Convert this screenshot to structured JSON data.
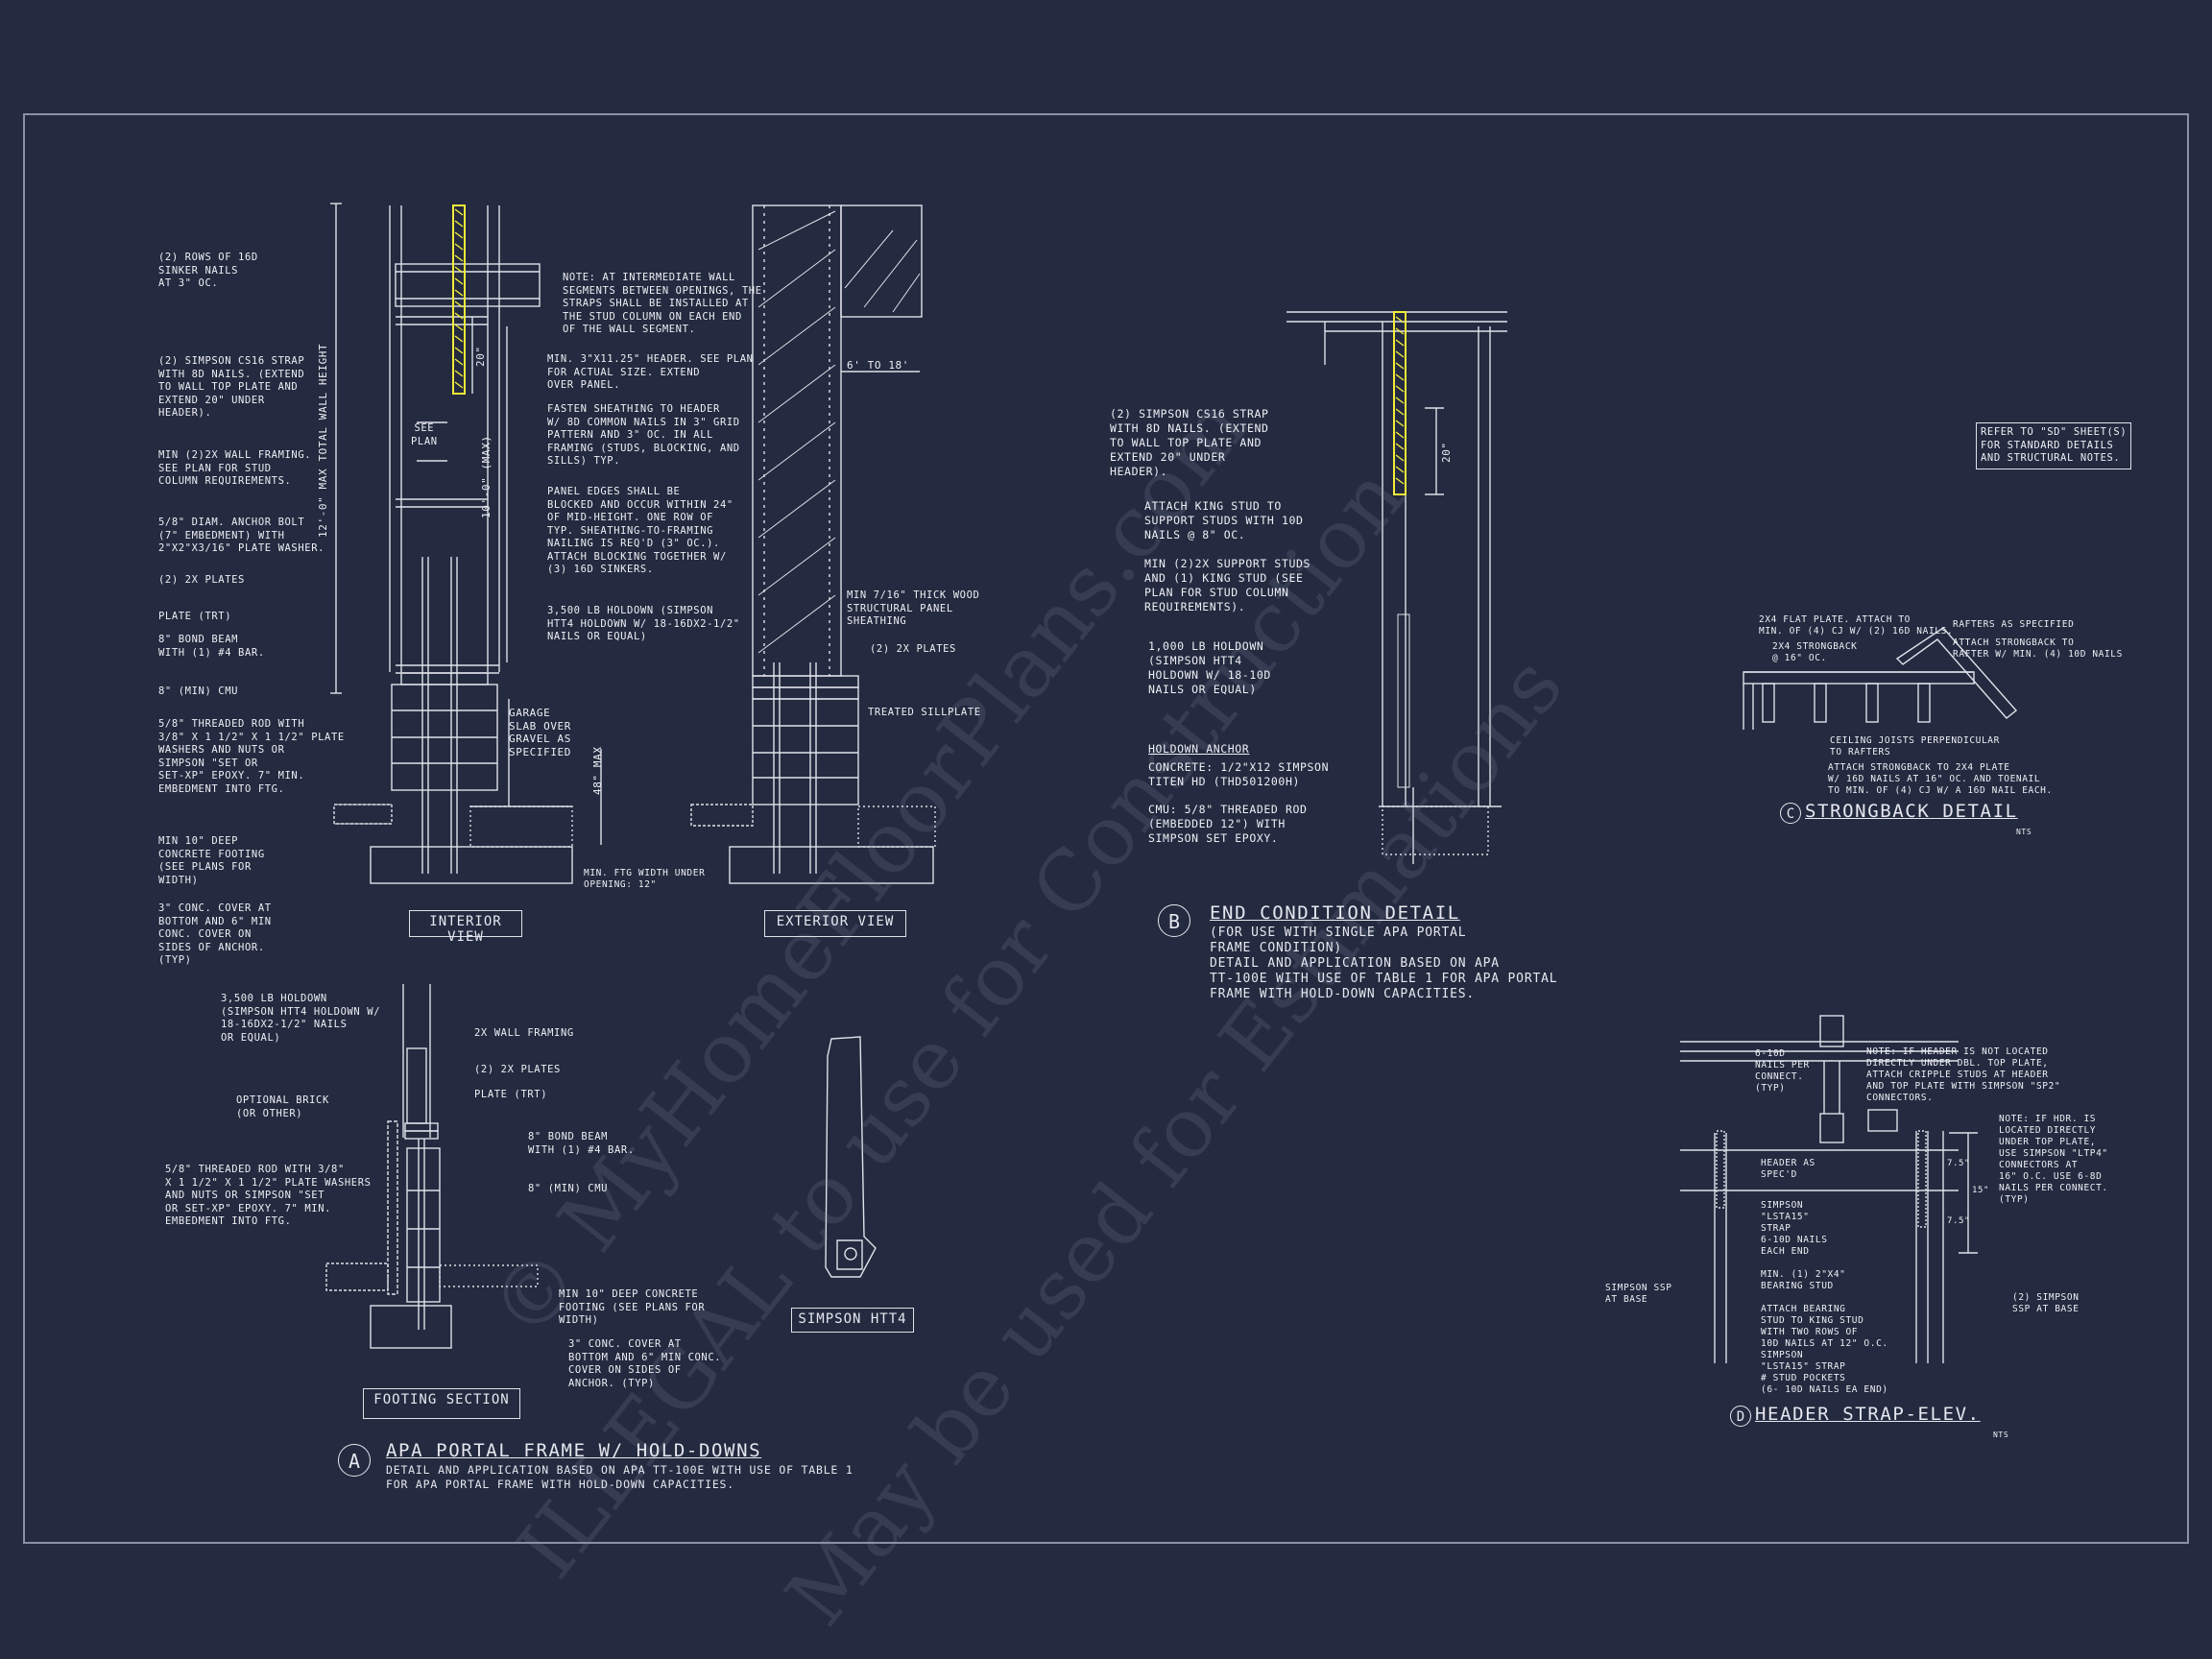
{
  "watermarks": [
    "© MyHomeFloorPlans.com",
    "ILLEGAL to use for Construction",
    "May be used for Estimations"
  ],
  "interior": {
    "notes": [
      "(2) ROWS OF 16d\nSINKER NAILS\nAT 3\" OC.",
      "(2) SIMPSON CS16 STRAP\nWITH 8d NAILS. (EXTEND\nTO WALL TOP PLATE AND\nEXTEND 20\" UNDER\nHEADER).",
      "MIN (2)2X WALL FRAMING.\nSEE PLAN FOR STUD\nCOLUMN REQUIREMENTS.",
      "5/8\" DIAM. ANCHOR BOLT\n(7\" EMBEDMENT) WITH\n2\"x2\"x3/16\" PLATE WASHER.",
      "(2) 2x PLATES",
      "PLATE (TRT)",
      "8\" BOND BEAM\nWITH (1) #4 BAR.",
      "8\" (MIN) CMU",
      "5/8\" THREADED ROD WITH\n3/8\" x 1 1/2\" x 1 1/2\" PLATE\nWASHERS AND NUTS OR\nSIMPSON \"SET OR\nSET-XP\" EPOXY. 7\" MIN.\nEMBEDMENT INTO FTG.",
      "MIN 10\" DEEP\nCONCRETE FOOTING\n(SEE PLANS FOR\nWIDTH)",
      "3\" CONC. COVER AT\nBOTTOM AND 6\" MIN\nCONC. COVER ON\nSIDES OF ANCHOR.\n(TYP)",
      "NOTE: AT INTERMEDIATE WALL\nSEGMENTS BETWEEN OPENINGS, THE\nSTRAPS SHALL BE INSTALLED AT\nTHE STUD COLUMN ON EACH END\nOF THE WALL SEGMENT.",
      "MIN. 3\"x11.25\" HEADER. SEE PLAN\nFOR ACTUAL SIZE. EXTEND\nOVER PANEL.",
      "FASTEN SHEATHING TO HEADER\nW/ 8d COMMON NAILS IN 3\" GRID\nPATTERN AND 3\" OC. IN ALL\nFRAMING (STUDS, BLOCKING, AND\nSILLS) TYP.",
      "PANEL EDGES SHALL BE\nBLOCKED AND OCCUR WITHIN 24\"\nOF MID-HEIGHT. ONE ROW OF\nTYP. SHEATHING-TO-FRAMING\nNAILING IS REQ'D (3\" OC.).\nATTACH BLOCKING TOGETHER W/\n(3) 16d SINKERS.",
      "3,500 LB HOLDOWN (SIMPSON\nHTT4 HOLDOWN W/ 18-16dx2-1/2\"\nNAILS OR EQUAL)",
      "GARAGE\nSLAB OVER\nGRAVEL AS\nSPECIFIED",
      "MIN. FTG WIDTH UNDER\nOPENING: 12\""
    ],
    "dims": [
      "SEE\nPLAN",
      "12'-0\" MAX TOTAL WALL HEIGHT",
      "10'-0\" (MAX)",
      "20\"",
      "48\" MAX"
    ],
    "label": "INTERIOR VIEW"
  },
  "exterior": {
    "notes": [
      "6' TO 18'",
      "MIN 7/16\" THICK WOOD\nSTRUCTURAL PANEL\nSHEATHING",
      "(2) 2x PLATES",
      "TREATED SILLPLATE"
    ],
    "label": "EXTERIOR VIEW"
  },
  "footing": {
    "notes": [
      "3,500 LB HOLDOWN\n(SIMPSON HTT4 HOLDOWN W/\n18-16dx2-1/2\" NAILS\nOR EQUAL)",
      "2X WALL FRAMING",
      "(2) 2x PLATES",
      "PLATE (TRT)",
      "OPTIONAL BRICK\n(OR OTHER)",
      "8\" BOND BEAM\nWITH (1) #4 BAR.",
      "8\" (MIN) CMU",
      "5/8\" THREADED ROD WITH 3/8\"\nx 1 1/2\" x 1 1/2\" PLATE WASHERS\nAND NUTS OR SIMPSON \"SET\nOR SET-XP\" EPOXY. 7\" MIN.\nEMBEDMENT INTO FTG.",
      "MIN 10\" DEEP CONCRETE\nFOOTING (SEE PLANS FOR\nWIDTH)",
      "3\" CONC. COVER AT\nBOTTOM AND 6\" MIN CONC.\nCOVER ON SIDES OF\nANCHOR. (TYP)"
    ],
    "label": "FOOTING SECTION"
  },
  "htt4_label": "SIMPSON HTT4",
  "detail_a": {
    "letter": "A",
    "title": "APA PORTAL FRAME W/ HOLD-DOWNS",
    "sub": "DETAIL AND APPLICATION BASED ON APA TT-100E WITH USE OF TABLE 1\nFOR APA PORTAL FRAME WITH HOLD-DOWN CAPACITIES."
  },
  "detail_b": {
    "notes": [
      "(2) SIMPSON CS16 STRAP\nWITH 8d NAILS. (EXTEND\nTO WALL TOP PLATE AND\nEXTEND 20\" UNDER\nHEADER).",
      "ATTACH KING STUD TO\nSUPPORT STUDS WITH 10d\nNAILS @ 8\" OC.",
      "MIN (2)2X SUPPORT STUDS\nAND (1) KING STUD (SEE\nPLAN FOR STUD COLUMN\nREQUIREMENTS).",
      "1,000 LB HOLDOWN\n(SIMPSON HTT4\nHOLDOWN W/ 18-10d\nNAILS OR EQUAL)",
      "HOLDOWN ANCHOR",
      "CONCRETE: 1/2\"x12 SIMPSON\nTITEN HD (THD501200H)",
      "CMU: 5/8\" THREADED ROD\n(EMBEDDED 12\") WITH\nSIMPSON SET EPOXY."
    ],
    "dim": "20\"",
    "letter": "B",
    "title": "END CONDITION DETAIL",
    "sub": "(FOR USE WITH SINGLE APA PORTAL\nFRAME CONDITION)\nDETAIL AND APPLICATION BASED ON APA\nTT-100E WITH USE OF TABLE 1 FOR APA PORTAL\nFRAME WITH HOLD-DOWN CAPACITIES."
  },
  "refer_note": "REFER TO \"SD\" SHEET(S)\nFOR STANDARD DETAILS\nAND STRUCTURAL NOTES.",
  "detail_c": {
    "notes": [
      "2x4 FLAT PLATE. ATTACH TO\nMIN. OF (4) CJ W/ (2) 16d NAILS.",
      "2x4 STRONGBACK\n@ 16\" OC.",
      "RAFTERS AS SPECIFIED",
      "ATTACH STRONGBACK TO\nRAFTER W/ MIN. (4) 10d NAILS",
      "CEILING JOISTS PERPENDICULAR\nTO RAFTERS",
      "ATTACH STRONGBACK TO 2x4 PLATE\nW/ 16d NAILS AT 16\" OC. AND TOENAIL\nTO MIN. OF (4) CJ W/ A 16d NAIL EACH."
    ],
    "letter": "C",
    "title": "STRONGBACK DETAIL",
    "nts": "NTS"
  },
  "detail_d": {
    "notes": [
      "6-10d\nNAILS PER\nCONNECT.\n(TYP)",
      "NOTE: IF HEADER IS NOT LOCATED\nDIRECTLY UNDER DBL. TOP PLATE,\nATTACH CRIPPLE STUDS AT HEADER\nAND TOP PLATE WITH SIMPSON \"SP2\"\nCONNECTORS.",
      "NOTE: IF HDR. IS\nLOCATED DIRECTLY\nUNDER TOP PLATE,\nUSE SIMPSON \"LTP4\"\nCONNECTORS AT\n16\" O.C. USE 6-8d\nNAILS PER CONNECT.\n(TYP)",
      "HEADER AS\nSPEC'D",
      "SIMPSON\n\"LSTA15\"\nSTRAP\n6-10d NAILS\nEACH END",
      "MIN. (1) 2\"x4\"\nBEARING STUD",
      "ATTACH BEARING\nSTUD TO KING STUD\nWITH TWO ROWS OF\n10d NAILS AT 12\" O.C.",
      "SIMPSON\n\"LSTA15\" STRAP\n# STUD POCKETS\n(6- 10d NAILS EA END)",
      "SIMPSON SSP\nAT BASE",
      "(2) SIMPSON\nSSP AT BASE"
    ],
    "dims": [
      "7.5\"",
      "15\"",
      "7.5\""
    ],
    "letter": "D",
    "title": "HEADER STRAP-ELEV.",
    "nts": "NTS"
  },
  "colors": {
    "background": "#242a3f",
    "line": "#e6e8f0",
    "strap": "#f2ec3a"
  }
}
